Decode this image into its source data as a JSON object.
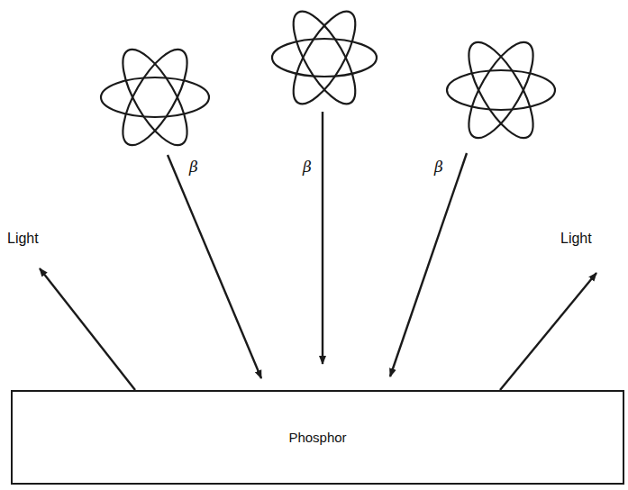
{
  "diagram": {
    "nodes": [
      {
        "text": [
          "Phosphor"
        ]
      }
    ],
    "labels": [
      "Light",
      "β",
      "β",
      "β",
      "Light"
    ]
  }
}
